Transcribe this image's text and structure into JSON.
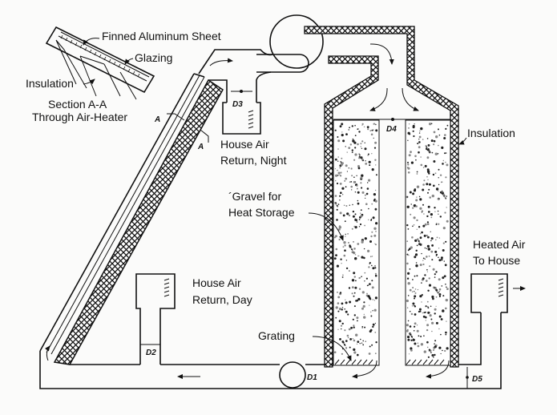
{
  "labels": {
    "finned_sheet": "Finned Aluminum Sheet",
    "glazing": "Glazing",
    "insulation_section": "Insulation",
    "section_line1": "Section A-A",
    "section_line2": "Through Air-Heater",
    "section_mark": "A",
    "house_air_night_1": "House Air",
    "house_air_night_2": "Return, Night",
    "gravel_1": "´Gravel for",
    "gravel_2": "Heat Storage",
    "insulation_right": "Insulation",
    "heated_air_1": "Heated Air",
    "heated_air_2": "To House",
    "house_air_day_1": "House Air",
    "house_air_day_2": "Return, Day",
    "grating": "Grating"
  },
  "dampers": {
    "d1": "D1",
    "d2": "D2",
    "d3": "D3",
    "d4": "D4",
    "d5": "D5"
  },
  "colors": {
    "ink": "#111111",
    "paper": "#fbfbfa"
  }
}
